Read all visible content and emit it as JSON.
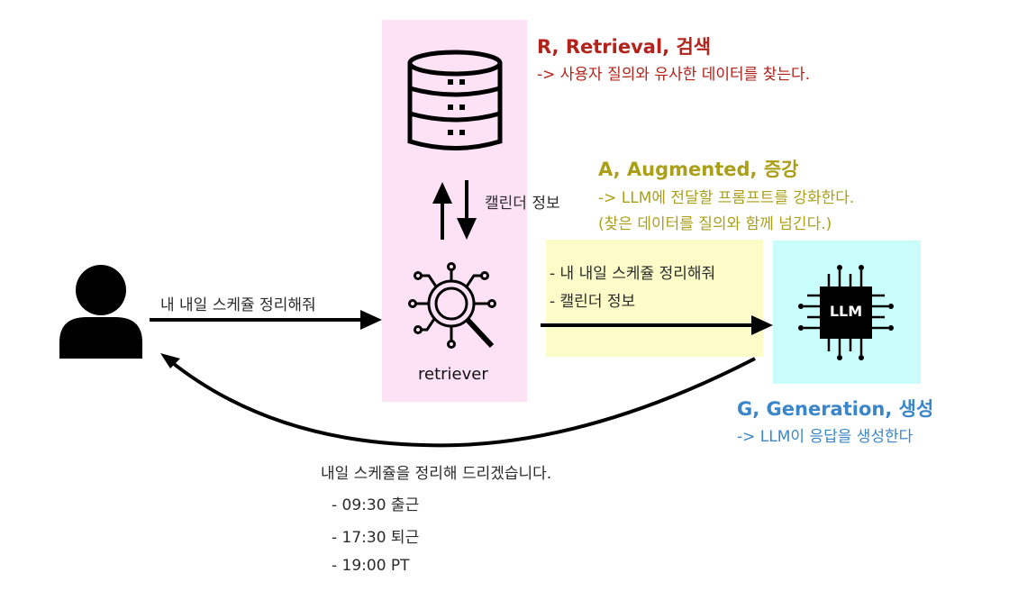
{
  "retrieval": {
    "title": "R, Retrieval, 검색",
    "desc": "-> 사용자 질의와 유사한 데이터를 찾는다."
  },
  "augmented": {
    "title": "A, Augmented, 증강",
    "desc1": "-> LLM에 전달할 프롬프트를 강화한다.",
    "desc2": "(찾은 데이터를 질의와 함께 넘긴다.)"
  },
  "generation": {
    "title": "G, Generation, 생성",
    "desc": "-> LLM이 응답을 생성한다"
  },
  "labels": {
    "calendar_info": "캘린더 정보",
    "user_query": "내 내일 스케쥴 정리해줘",
    "retriever": "retriever",
    "llm_chip": "LLM"
  },
  "augment_box": {
    "line1": "-  내 내일 스케쥴 정리해줘",
    "line2": "-  캘린더 정보"
  },
  "response": {
    "intro": "내일 스케쥴을 정리해 드리겠습니다.",
    "items": [
      "- 09:30 출근",
      "- 17:30 퇴근",
      "- 19:00 PT"
    ]
  },
  "colors": {
    "retriever_bg": "#fde2f5",
    "augment_bg": "#fbfcc7",
    "llm_bg": "#c9fdfb",
    "retrieval_text": "#b3221b",
    "augmented_text": "#aa9f17",
    "generation_text": "#3a86c8"
  }
}
